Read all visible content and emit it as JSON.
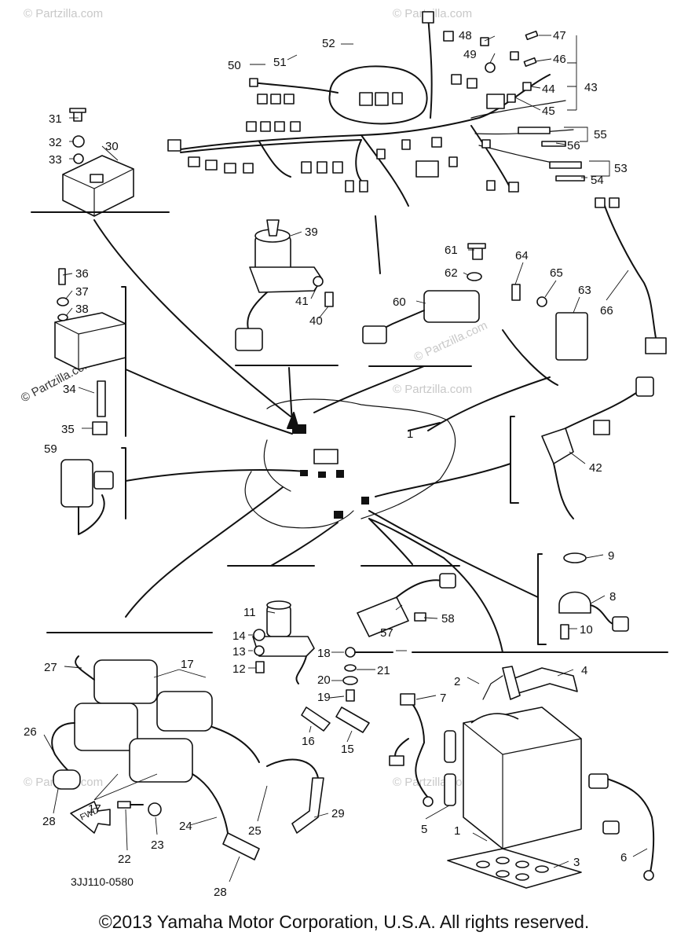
{
  "diagram_code": "3JJ110-0580",
  "fwd_label": "FWD",
  "copyright": "©2013 Yamaha Motor Corporation, U.S.A. All rights reserved.",
  "watermark": "© Partzilla.com",
  "callouts": [
    "1",
    "2",
    "3",
    "4",
    "5",
    "6",
    "7",
    "8",
    "9",
    "10",
    "11",
    "12",
    "13",
    "14",
    "15",
    "16",
    "17",
    "17",
    "18",
    "19",
    "20",
    "21",
    "22",
    "23",
    "24",
    "25",
    "26",
    "27",
    "28",
    "28",
    "29",
    "30",
    "31",
    "32",
    "33",
    "34",
    "35",
    "36",
    "37",
    "38",
    "39",
    "40",
    "41",
    "42",
    "43",
    "44",
    "45",
    "46",
    "47",
    "48",
    "49",
    "50",
    "51",
    "52",
    "53",
    "54",
    "55",
    "56",
    "57",
    "58",
    "59",
    "60",
    "61",
    "62",
    "63",
    "64",
    "65",
    "66"
  ]
}
